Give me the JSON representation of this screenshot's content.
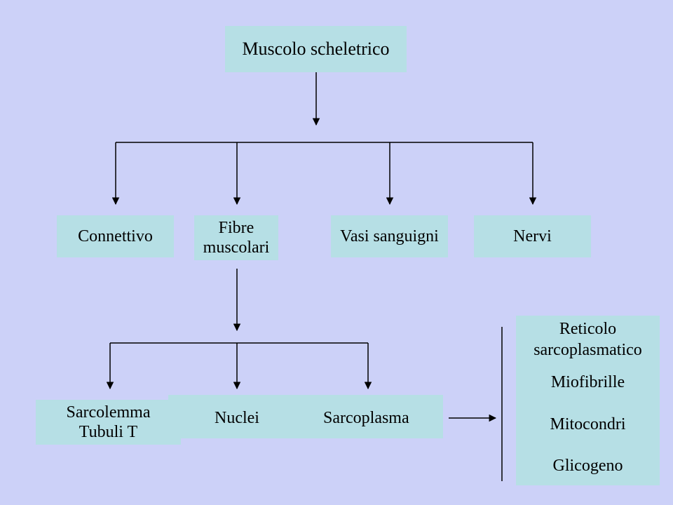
{
  "root": {
    "label": "Muscolo scheletrico"
  },
  "level1": [
    {
      "lines": [
        "Connettivo"
      ]
    },
    {
      "lines": [
        "Fibre",
        "muscolari"
      ]
    },
    {
      "lines": [
        "Vasi sanguigni"
      ]
    },
    {
      "lines": [
        "Nervi"
      ]
    }
  ],
  "level2": {
    "sarcolemma": {
      "lines": [
        "Sarcolemma",
        "Tubuli T"
      ]
    },
    "nuclei": {
      "label": "Nuclei"
    },
    "sarcoplasma": {
      "label": "Sarcoplasma"
    }
  },
  "sarcoplasma_contents": {
    "lines": [
      "Reticolo",
      "sarcoplasmatico",
      "Miofibrille",
      "Mitocondri",
      "Glicogeno"
    ]
  },
  "colors": {
    "background": "#ccd1f8",
    "box": "#b6dfe5",
    "line": "#000000"
  }
}
